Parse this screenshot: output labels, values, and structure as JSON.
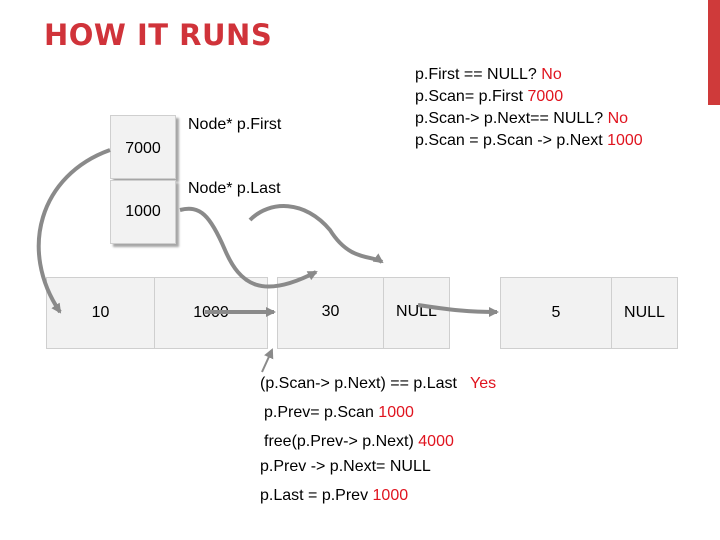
{
  "title": "HOW IT RUNS",
  "pointers": {
    "first_value": "7000",
    "first_label": "Node* p.First",
    "last_value": "1000",
    "last_label": "Node* p.Last"
  },
  "nodes": [
    {
      "data": "10",
      "next": "1000"
    },
    {
      "data": "30",
      "next": "NULL"
    },
    {
      "data": "5",
      "next": "NULL"
    }
  ],
  "code_lines": [
    {
      "text": "p.First == NULL? ",
      "value": "No"
    },
    {
      "text": "p.Scan= p.First ",
      "value": "7000"
    },
    {
      "text": "p.Scan-> p.Next== NULL? ",
      "value": "No"
    },
    {
      "text": "p.Scan = p.Scan -> p.Next ",
      "value": "1000"
    }
  ],
  "steps": [
    {
      "text": "(p.Scan-> p.Next) == p.Last   ",
      "value": "Yes"
    },
    {
      "text": "p.Prev= p.Scan ",
      "value": "1000"
    },
    {
      "text": "free(p.Prev-> p.Next) ",
      "value": "4000"
    },
    {
      "text": "p.Prev -> p.Next= NULL",
      "value": ""
    },
    {
      "text": "p.Last = p.Prev ",
      "value": "1000"
    }
  ],
  "colors": {
    "title": "#d0333a",
    "highlight": "#e0141f",
    "accent": "#cf3a3a"
  }
}
